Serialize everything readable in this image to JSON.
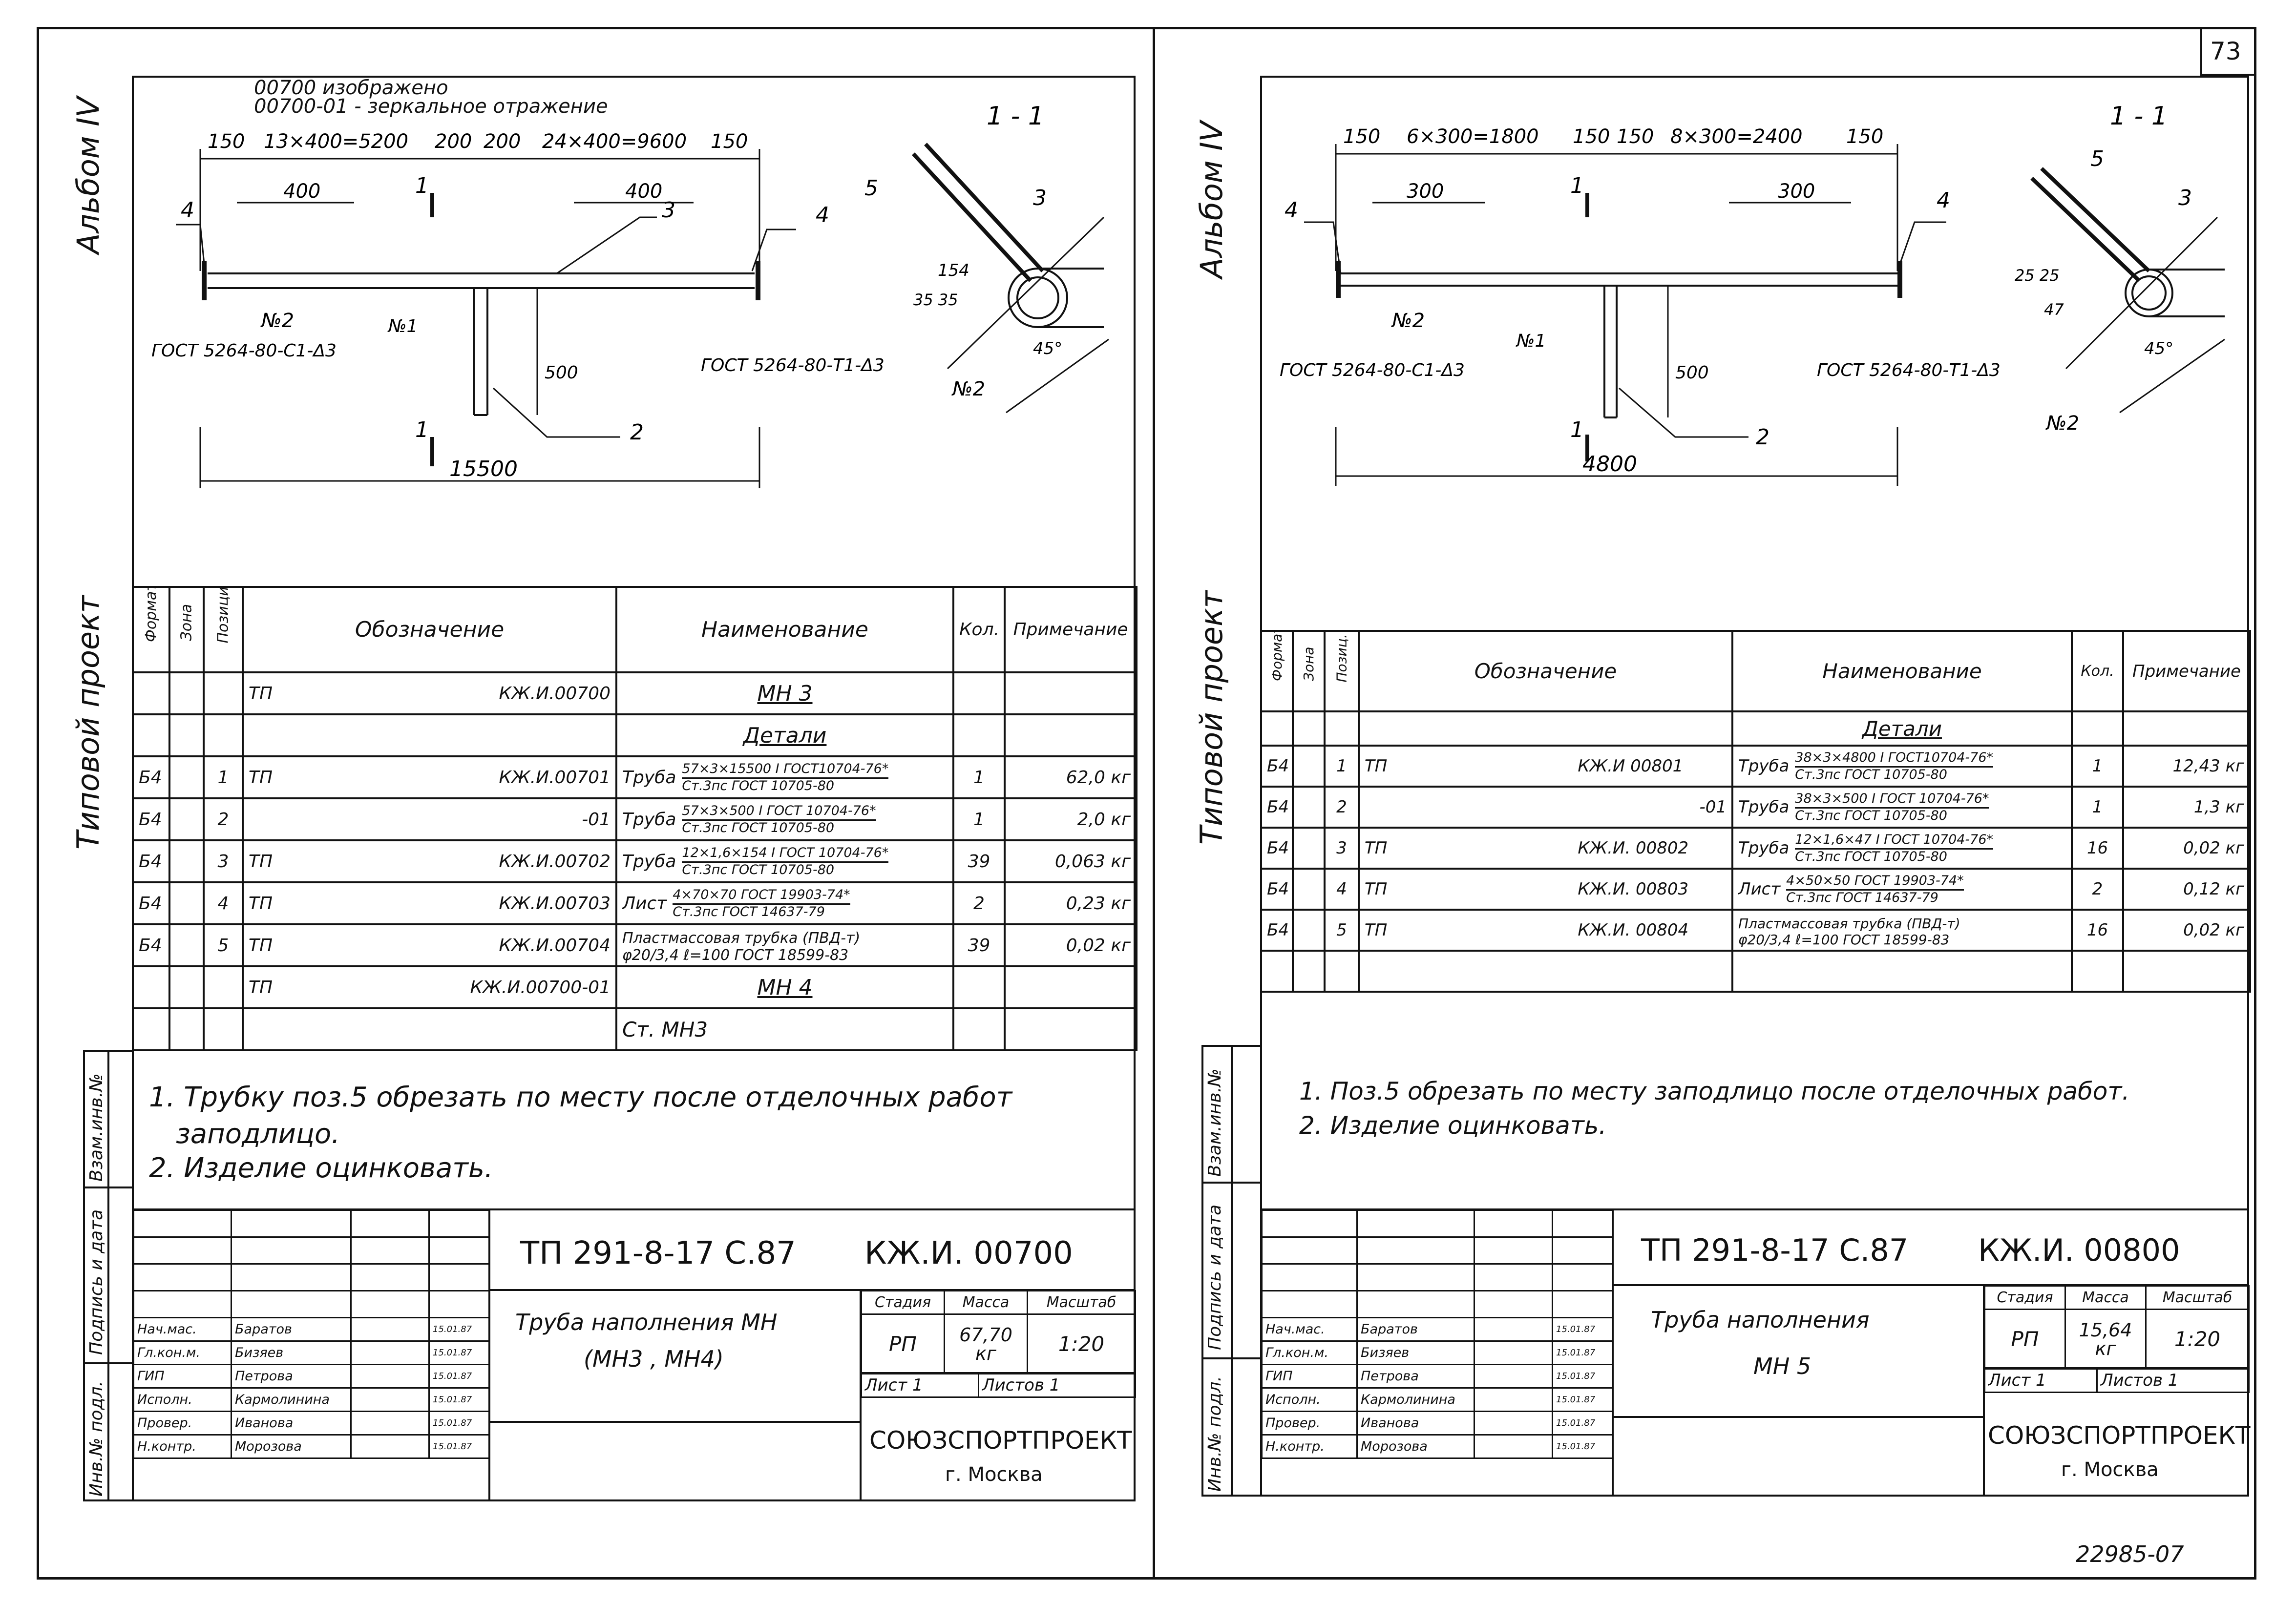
{
  "page_number": "73",
  "archive_number": "22985-07",
  "sheets": [
    {
      "album": "Альбом IV",
      "series": "Типовой проект",
      "side_labels": [
        "Инв.№ подл.",
        "Подпись и дата",
        "Взам.инв.№"
      ],
      "drawing_note_1": "00700 изображено",
      "drawing_note_2": "00700-01 - зеркальное отражение",
      "section_label": "1 - 1",
      "dims_top": [
        "150",
        "13×400=5200",
        "200",
        "200",
        "24×400=9600",
        "150"
      ],
      "dim_400a": "400",
      "dim_400b": "400",
      "dim_total": "15500",
      "dim_500": "500",
      "dim_154": "154",
      "dim_35": "35 35",
      "angle": "45°",
      "gost_left": "ГОСТ 5264-80-С1-Δ3",
      "gost_right": "ГОСТ 5264-80-Т1-Δ3",
      "weld": "№2",
      "weld_n1": "№1",
      "pos_marks": [
        "1",
        "2",
        "3",
        "4",
        "5"
      ],
      "headers": {
        "format": "Формат",
        "zone": "Зона",
        "pos": "Позиция",
        "designation": "Обозначение",
        "name": "Наименование",
        "qty": "Кол.",
        "note": "Примечание"
      },
      "rows": [
        {
          "format": "",
          "pos": "",
          "des_a": "ТП",
          "des_b": "КЖ.И.00700",
          "name": "МН 3",
          "name_top": "",
          "name_bot": "",
          "qty": "",
          "note": ""
        },
        {
          "format": "",
          "pos": "",
          "des_a": "",
          "des_b": "",
          "name": "Детали",
          "name_top": "",
          "name_bot": "",
          "qty": "",
          "note": ""
        },
        {
          "format": "Б4",
          "pos": "1",
          "des_a": "ТП",
          "des_b": "КЖ.И.00701",
          "name": "Труба",
          "name_top": "57×3×15500 I ГОСТ10704-76*",
          "name_bot": "Ст.3пс ГОСТ 10705-80",
          "qty": "1",
          "note": "62,0 кг"
        },
        {
          "format": "Б4",
          "pos": "2",
          "des_a": "",
          "des_b": "-01",
          "name": "Труба",
          "name_top": "57×3×500 I ГОСТ 10704-76*",
          "name_bot": "Ст.3пс ГОСТ 10705-80",
          "qty": "1",
          "note": "2,0 кг"
        },
        {
          "format": "Б4",
          "pos": "3",
          "des_a": "ТП",
          "des_b": "КЖ.И.00702",
          "name": "Труба",
          "name_top": "12×1,6×154 I ГОСТ 10704-76*",
          "name_bot": "Ст.3пс ГОСТ 10705-80",
          "qty": "39",
          "note": "0,063 кг"
        },
        {
          "format": "Б4",
          "pos": "4",
          "des_a": "ТП",
          "des_b": "КЖ.И.00703",
          "name": "Лист",
          "name_top": "4×70×70 ГОСТ 19903-74*",
          "name_bot": "Ст.3пс ГОСТ 14637-79",
          "qty": "2",
          "note": "0,23 кг"
        },
        {
          "format": "Б4",
          "pos": "5",
          "des_a": "ТП",
          "des_b": "КЖ.И.00704",
          "name": "",
          "name_top": "Пластмассовая трубка (ПВД-т)",
          "name_bot": "φ20/3,4 ℓ=100 ГОСТ 18599-83",
          "qty": "39",
          "note": "0,02 кг"
        },
        {
          "format": "",
          "pos": "",
          "des_a": "ТП",
          "des_b": "КЖ.И.00700-01",
          "name": "МН 4",
          "name_top": "",
          "name_bot": "",
          "qty": "",
          "note": ""
        },
        {
          "format": "",
          "pos": "",
          "des_a": "",
          "des_b": "",
          "name": "Ст. МН3",
          "name_top": "",
          "name_bot": "",
          "qty": "",
          "note": ""
        }
      ],
      "notes": [
        "1. Трубку поз.5 обрезать по месту после отделочных работ",
        "заподлицо.",
        "2. Изделие оцинковать."
      ],
      "stamp": {
        "project": "ТП 291-8-17 С.87",
        "code": "КЖ.И. 00700",
        "title_1": "Труба наполнения МН",
        "title_2": "(МН3 , МН4)",
        "stage_h": "Стадия",
        "mass_h": "Масса",
        "scale_h": "Масштаб",
        "stage": "РП",
        "mass": "67,70 кг",
        "scale": "1:20",
        "sheet": "Лист 1",
        "sheets": "Листов 1",
        "org": "СОЮЗСПОРТПРОЕКТ",
        "city": "г. Москва",
        "people": [
          {
            "role": "Нач.мас.",
            "name": "Баратов",
            "date": "15.01.87"
          },
          {
            "role": "Гл.кон.м.",
            "name": "Бизяев",
            "date": "15.01.87"
          },
          {
            "role": "ГИП",
            "name": "Петрова",
            "date": "15.01.87"
          },
          {
            "role": "Исполн.",
            "name": "Кармолинина",
            "date": "15.01.87"
          },
          {
            "role": "Провер.",
            "name": "Иванова",
            "date": "15.01.87"
          },
          {
            "role": "Н.контр.",
            "name": "Морозова",
            "date": "15.01.87"
          }
        ]
      }
    },
    {
      "album": "Альбом IV",
      "series": "Типовой проект",
      "side_labels": [
        "Инв.№ подл.",
        "Подпись и дата",
        "Взам.инв.№"
      ],
      "section_label": "1 - 1",
      "dims_top": [
        "150",
        "6×300=1800",
        "150",
        "150",
        "8×300=2400",
        "150"
      ],
      "dim_300a": "300",
      "dim_300b": "300",
      "dim_total": "4800",
      "dim_500": "500",
      "dim_47": "47",
      "dim_25": "25 25",
      "angle": "45°",
      "gost_left": "ГОСТ 5264-80-С1-Δ3",
      "gost_right": "ГОСТ 5264-80-Т1-Δ3",
      "weld": "№2",
      "weld_n1": "№1",
      "pos_marks": [
        "1",
        "2",
        "3",
        "4",
        "5"
      ],
      "headers": {
        "format": "Формат",
        "zone": "Зона",
        "pos": "Позиц.",
        "designation": "Обозначение",
        "name": "Наименование",
        "qty": "Кол.",
        "note": "Примечание"
      },
      "rows": [
        {
          "format": "",
          "pos": "",
          "des_a": "",
          "des_b": "",
          "name": "Детали",
          "name_top": "",
          "name_bot": "",
          "qty": "",
          "note": ""
        },
        {
          "format": "Б4",
          "pos": "1",
          "des_a": "ТП",
          "des_b": "КЖ.И 00801",
          "name": "Труба",
          "name_top": "38×3×4800 I ГОСТ10704-76*",
          "name_bot": "Ст.3пс ГОСТ 10705-80",
          "qty": "1",
          "note": "12,43 кг"
        },
        {
          "format": "Б4",
          "pos": "2",
          "des_a": "",
          "des_b": "-01",
          "name": "Труба",
          "name_top": "38×3×500 I ГОСТ 10704-76*",
          "name_bot": "Ст.3пс ГОСТ 10705-80",
          "qty": "1",
          "note": "1,3 кг"
        },
        {
          "format": "Б4",
          "pos": "3",
          "des_a": "ТП",
          "des_b": "КЖ.И. 00802",
          "name": "Труба",
          "name_top": "12×1,6×47 I ГОСТ 10704-76*",
          "name_bot": "Ст.3пс ГОСТ 10705-80",
          "qty": "16",
          "note": "0,02 кг"
        },
        {
          "format": "Б4",
          "pos": "4",
          "des_a": "ТП",
          "des_b": "КЖ.И. 00803",
          "name": "Лист",
          "name_top": "4×50×50 ГОСТ 19903-74*",
          "name_bot": "Ст.3пс ГОСТ 14637-79",
          "qty": "2",
          "note": "0,12 кг"
        },
        {
          "format": "Б4",
          "pos": "5",
          "des_a": "ТП",
          "des_b": "КЖ.И. 00804",
          "name": "",
          "name_top": "Пластмассовая трубка (ПВД-т)",
          "name_bot": "φ20/3,4 ℓ=100 ГОСТ 18599-83",
          "qty": "16",
          "note": "0,02 кг"
        },
        {
          "format": "",
          "pos": "",
          "des_a": "",
          "des_b": "",
          "name": "",
          "name_top": "",
          "name_bot": "",
          "qty": "",
          "note": ""
        }
      ],
      "notes": [
        "1. Поз.5 обрезать по месту заподлицо после отделочных работ.",
        "2. Изделие оцинковать."
      ],
      "stamp": {
        "project": "ТП 291-8-17 С.87",
        "code": "КЖ.И. 00800",
        "title_1": "Труба наполнения",
        "title_2": "МН 5",
        "stage_h": "Стадия",
        "mass_h": "Масса",
        "scale_h": "Масштаб",
        "stage": "РП",
        "mass": "15,64 кг",
        "scale": "1:20",
        "sheet": "Лист 1",
        "sheets": "Листов 1",
        "org": "СОЮЗСПОРТПРОЕКТ",
        "city": "г. Москва",
        "people": [
          {
            "role": "Нач.мас.",
            "name": "Баратов",
            "date": "15.01.87"
          },
          {
            "role": "Гл.кон.м.",
            "name": "Бизяев",
            "date": "15.01.87"
          },
          {
            "role": "ГИП",
            "name": "Петрова",
            "date": "15.01.87"
          },
          {
            "role": "Исполн.",
            "name": "Кармолинина",
            "date": "15.01.87"
          },
          {
            "role": "Провер.",
            "name": "Иванова",
            "date": "15.01.87"
          },
          {
            "role": "Н.контр.",
            "name": "Морозова",
            "date": "15.01.87"
          }
        ]
      }
    }
  ]
}
